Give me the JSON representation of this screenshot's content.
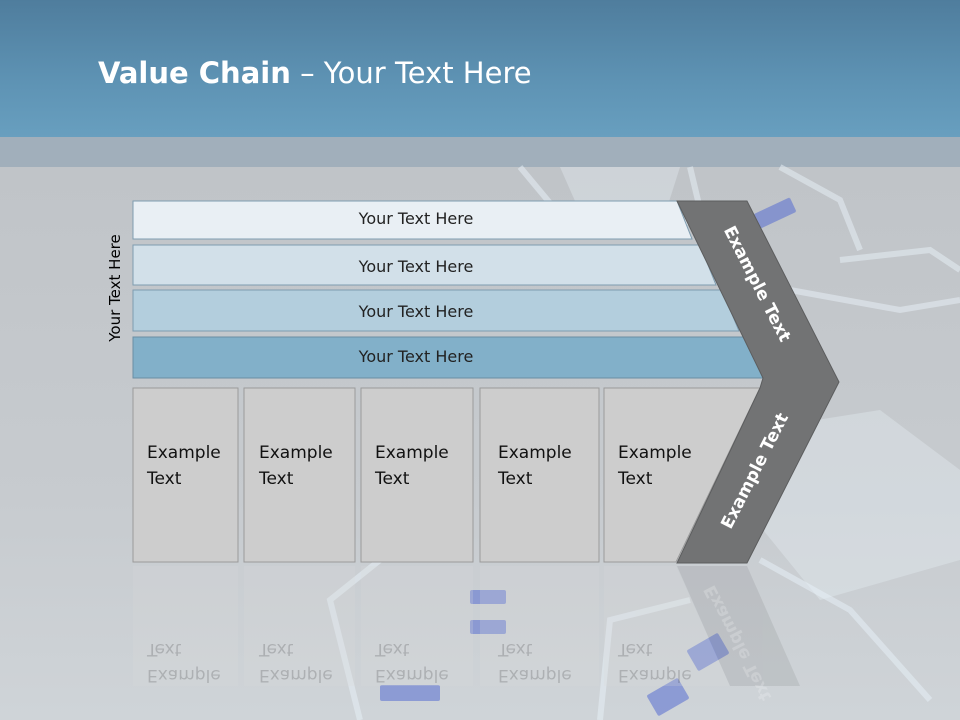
{
  "title": {
    "main": "Value Chain",
    "rest": " – Your Text Here"
  },
  "side_label": "Your Text Here",
  "bars": [
    {
      "label": "Your Text Here"
    },
    {
      "label": "Your Text Here"
    },
    {
      "label": "Your Text Here"
    },
    {
      "label": "Your Text Here"
    }
  ],
  "boxes": [
    {
      "line1": "Example",
      "line2": "Text"
    },
    {
      "line1": "Example",
      "line2": "Text"
    },
    {
      "line1": "Example",
      "line2": "Text"
    },
    {
      "line1": "Example",
      "line2": "Text"
    },
    {
      "line1": "Example",
      "line2": "Text"
    }
  ],
  "arrow": {
    "upper_label": "Example Text",
    "lower_label": "Example Text"
  },
  "colors": {
    "header": "#5e93b4",
    "bar_1": "#e9eff4",
    "bar_2": "#d2e0e9",
    "bar_3": "#b3cedd",
    "bar_4": "#82b0c9",
    "box": "#cdcdcd",
    "arrow": "#727374"
  }
}
